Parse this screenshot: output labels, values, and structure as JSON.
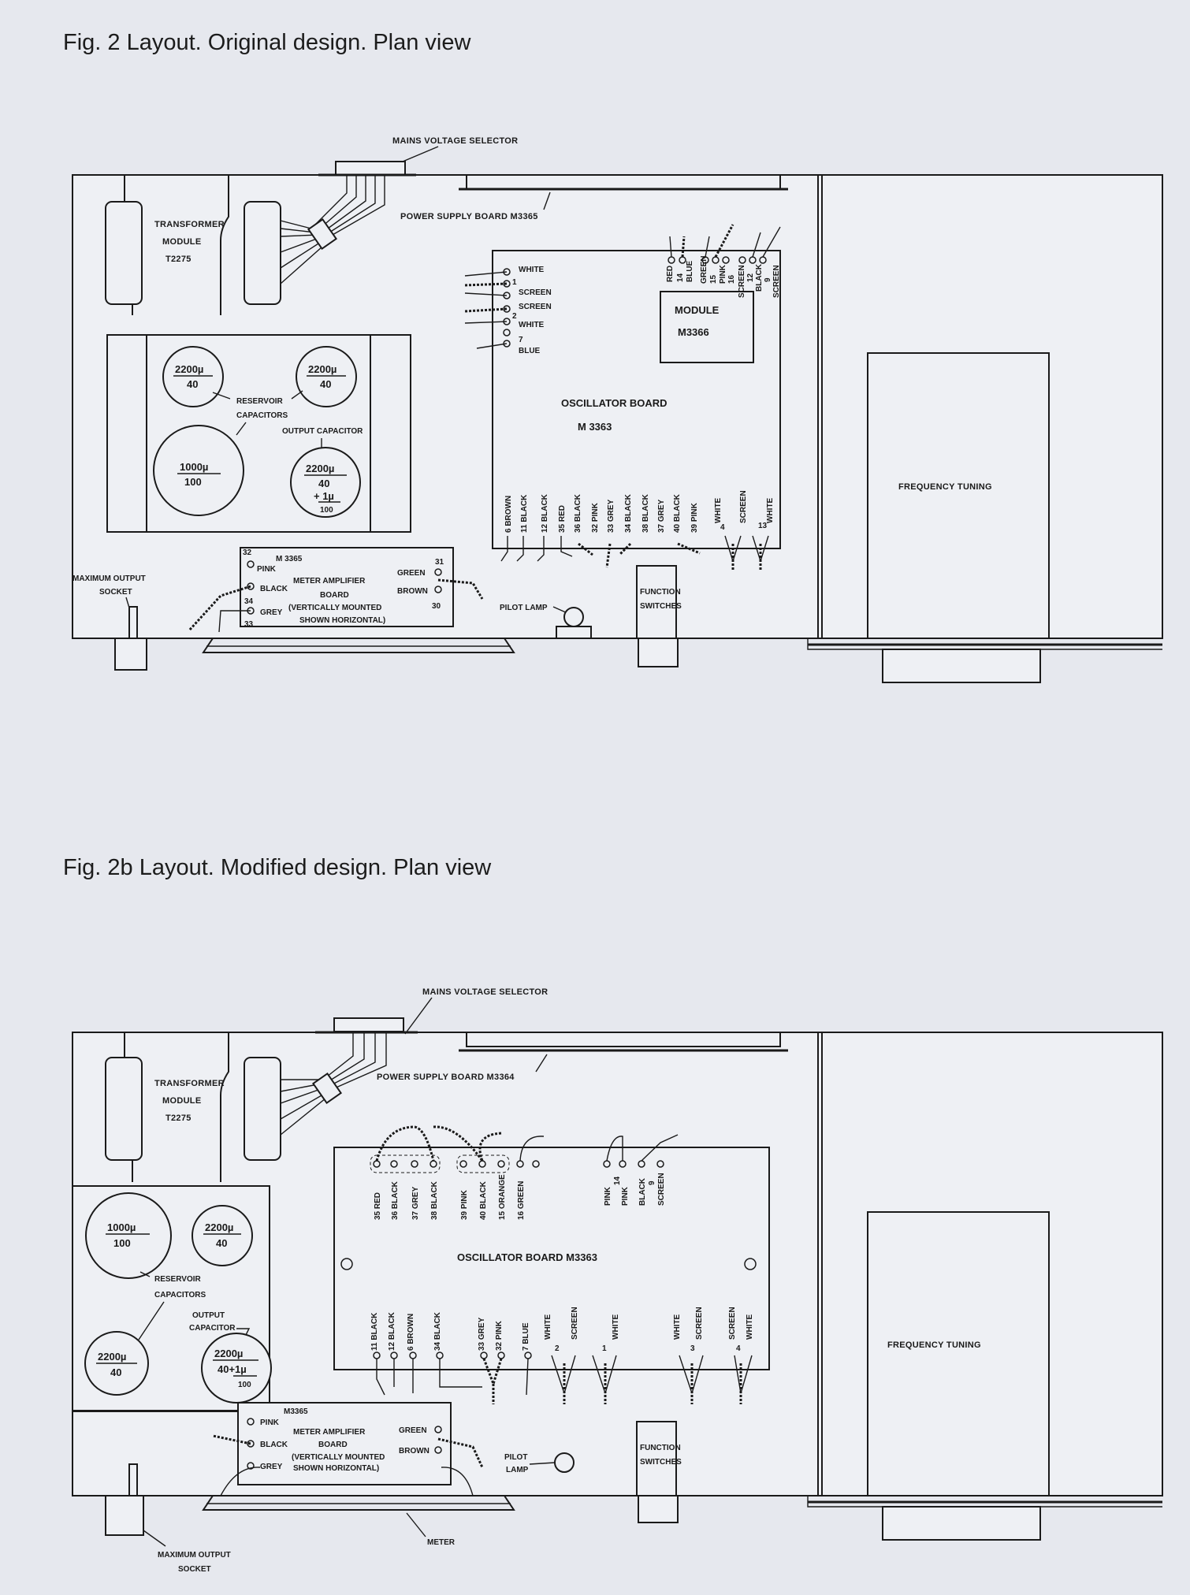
{
  "fig_a": {
    "caption": "Fig. 2  Layout. Original design. Plan view",
    "mains_voltage_selector": "MAINS VOLTAGE SELECTOR",
    "power_supply_board": "POWER SUPPLY BOARD M3365",
    "transformer": [
      "TRANSFORMER",
      "MODULE",
      "T2275"
    ],
    "cap1_value": "2200µ",
    "cap1_volt": "40",
    "cap2_value": "2200µ",
    "cap2_volt": "40",
    "cap3_value": "1000µ",
    "cap3_volt": "100",
    "cap4_value": "2200µ",
    "cap4_volt": "40",
    "cap4_extra": "+ 1µ",
    "cap4_extra_volt": "100",
    "reservoir": [
      "RESERVOIR",
      "CAPACITORS"
    ],
    "output_capacitor": "OUTPUT CAPACITOR",
    "left_terminals": [
      "WHITE",
      "SCREEN",
      "SCREEN",
      "WHITE",
      "BLUE"
    ],
    "left_terminal_nums": [
      "1",
      "2",
      "7"
    ],
    "module": [
      "MODULE",
      "M3366"
    ],
    "module_wires": [
      "RED",
      "14",
      "BLUE",
      "GREEN",
      "15",
      "PINK",
      "16",
      "SCREEN",
      "12",
      "BLACK",
      "9",
      "SCREEN"
    ],
    "oscillator": [
      "OSCILLATOR BOARD",
      "M 3363"
    ],
    "bottom_wires": [
      "6 BROWN",
      "11 BLACK",
      "12 BLACK",
      "35 RED",
      "36 BLACK",
      "32 PINK",
      "33 GREY",
      "34 BLACK",
      "38 BLACK",
      "37 GREY",
      "40 BLACK",
      "39 PINK",
      "WHITE",
      "SCREEN",
      "WHITE"
    ],
    "bottom_nums": [
      "4",
      "13"
    ],
    "meter_amp": [
      "M 3365",
      "METER AMPLIFIER",
      "BOARD",
      "(VERTICALLY MOUNTED",
      "SHOWN HORIZONTAL)"
    ],
    "meter_left": [
      "32",
      "PINK",
      "BLACK",
      "34",
      "GREY",
      "33"
    ],
    "meter_right": [
      "31",
      "GREEN",
      "BROWN",
      "30"
    ],
    "max_output": [
      "MAXIMUM OUTPUT",
      "SOCKET"
    ],
    "pilot_lamp": "PILOT LAMP",
    "function_switches": [
      "FUNCTION",
      "SWITCHES"
    ],
    "frequency_tuning": "FREQUENCY TUNING"
  },
  "fig_b": {
    "caption": "Fig. 2b  Layout. Modified design. Plan view",
    "mains_voltage_selector": "MAINS VOLTAGE SELECTOR",
    "power_supply_board": "POWER SUPPLY BOARD M3364",
    "transformer": [
      "TRANSFORMER",
      "MODULE",
      "T2275"
    ],
    "cap1_value": "1000µ",
    "cap1_volt": "100",
    "cap2_value": "2200µ",
    "cap2_volt": "40",
    "cap3_value": "2200µ",
    "cap3_volt": "40",
    "cap4_value": "2200µ",
    "cap4_volt": "40+1µ",
    "cap4_extra_volt": "100",
    "reservoir": [
      "RESERVOIR",
      "CAPACITORS"
    ],
    "output_capacitor": [
      "OUTPUT",
      "CAPACITOR"
    ],
    "top_wires": [
      "35 RED",
      "36 BLACK",
      "37 GREY",
      "38 BLACK",
      "39 PINK",
      "40 BLACK",
      "15 ORANGE",
      "16 GREEN",
      "PINK",
      "14",
      "PINK",
      "BLACK",
      "9",
      "SCREEN"
    ],
    "oscillator": "OSCILLATOR BOARD M3363",
    "bottom_wires": [
      "11 BLACK",
      "12 BLACK",
      "6 BROWN",
      "34 BLACK",
      "33 GREY",
      "32 PINK",
      "7 BLUE",
      "WHITE",
      "SCREEN",
      "WHITE",
      "WHITE",
      "SCREEN",
      "SCREEN",
      "WHITE"
    ],
    "bottom_nums": [
      "2",
      "1",
      "3",
      "4"
    ],
    "meter_amp": [
      "M3365",
      "METER AMPLIFIER",
      "BOARD",
      "(VERTICALLY MOUNTED",
      "SHOWN HORIZONTAL)"
    ],
    "meter_left": [
      "PINK",
      "BLACK",
      "GREY"
    ],
    "meter_right": [
      "GREEN",
      "BROWN"
    ],
    "max_output": [
      "MAXIMUM OUTPUT",
      "SOCKET"
    ],
    "pilot_lamp": [
      "PILOT",
      "LAMP"
    ],
    "function_switches": [
      "FUNCTION",
      "SWITCHES"
    ],
    "frequency_tuning": "FREQUENCY TUNING",
    "meter": "METER"
  }
}
